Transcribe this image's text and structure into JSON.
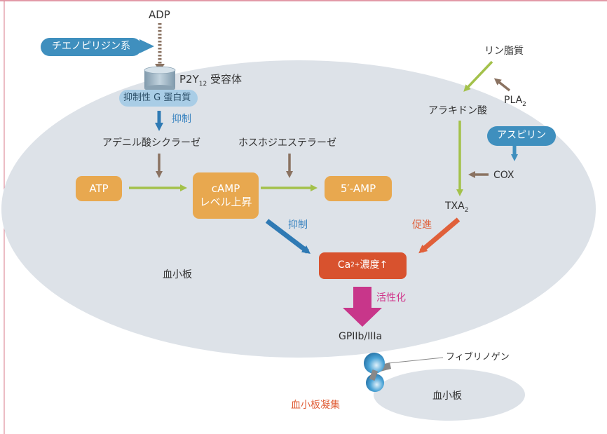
{
  "colors": {
    "border": "#d9788a",
    "cell": "#dde2e8",
    "node": "#e8a84f",
    "drug": "#3f8fbe",
    "green_arrow": "#a3c14a",
    "brown_arrow": "#8a7261",
    "blue_arrow": "#2f7ab4",
    "red_arrow": "#e0603a",
    "magenta_arrow": "#c8368a",
    "ca_box": "#d8522e",
    "inhibit_text": "#3a84c0",
    "promote_text": "#e0603a",
    "activate_text": "#d0358a",
    "aggregation_text": "#e0603a"
  },
  "labels": {
    "adp": "ADP",
    "thienopyridine": "チエノピリジン系",
    "receptor_prefix": "P2Y",
    "receptor_sub": "12",
    "receptor_suffix": " 受容体",
    "g_protein": "抑制性 G 蛋白質",
    "inhibit1": "抑制",
    "adenylate_cyclase": "アデニル酸シクラーゼ",
    "phosphodiesterase": "ホスホジエステラーゼ",
    "atp": "ATP",
    "camp_line1": "cAMP",
    "camp_line2": "レベル上昇",
    "amp": "5′-AMP",
    "inhibit2": "抑制",
    "platelet": "血小板",
    "ca_prefix": "Ca",
    "ca_sup": "2+",
    "ca_suffix": "濃度↑",
    "activate": "活性化",
    "gp": "GPIIb/IIIa",
    "fibrinogen": "フィブリノゲン",
    "aggregation": "血小板凝集",
    "platelet2": "血小板",
    "phospholipid": "リン脂質",
    "pla_prefix": "PLA",
    "pla_sub": "2",
    "arachidonic": "アラキドン酸",
    "aspirin": "アスピリン",
    "cox": "COX",
    "txa_prefix": "TXA",
    "txa_sub": "2",
    "promote": "促進"
  }
}
